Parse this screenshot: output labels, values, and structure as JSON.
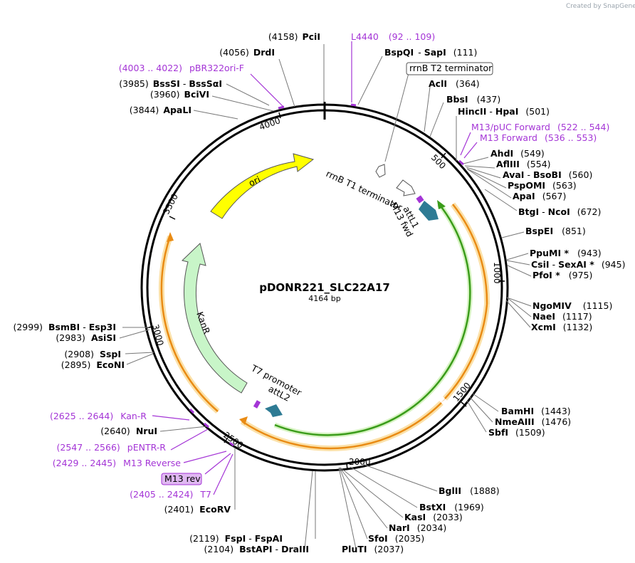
{
  "watermark": "Created by SnapGene",
  "plasmid": {
    "name": "pDONR221_SLC22A17",
    "size": "4164 bp",
    "total_bp": 4164
  },
  "colors": {
    "backbone": "#000000",
    "enzyme_label": "#000000",
    "primer_label": "#a435d6",
    "ori": "#ffff00",
    "kanr": "#c8f5c8",
    "att": "#2e7b94",
    "orf_orange": "#e98b14",
    "orf_green": "#3a9c1a"
  },
  "sites": [
    {
      "num": "(4158)",
      "name": "PciI"
    },
    {
      "num": "(4056)",
      "name": "DrdI"
    },
    {
      "num": "(3985)",
      "name": "BssSI",
      "name2": "BssSαI"
    },
    {
      "num": "(3960)",
      "name": "BciVI"
    },
    {
      "num": "(3844)",
      "name": "ApaLI"
    },
    {
      "name": "BspQI",
      "name2": "SapI",
      "num": "(111)"
    },
    {
      "name": "AclI",
      "num": "(364)"
    },
    {
      "name": "BbsI",
      "num": "(437)"
    },
    {
      "name": "HincII",
      "name2": "HpaI",
      "num": "(501)"
    },
    {
      "name": "AhdI",
      "num": "(549)"
    },
    {
      "name": "AflIII",
      "num": "(554)"
    },
    {
      "name": "AvaI",
      "name2": "BsoBI",
      "num": "(560)"
    },
    {
      "name": "PspOMI",
      "num": "(563)"
    },
    {
      "name": "ApaI",
      "num": "(567)"
    },
    {
      "name": "BtgI",
      "name2": "NcoI",
      "num": "(672)"
    },
    {
      "name": "BspEI",
      "num": "(851)"
    },
    {
      "name": "PpuMI *",
      "num": "(943)"
    },
    {
      "name": "CsiI",
      "name2": "SexAI *",
      "num": "(945)"
    },
    {
      "name": "PfoI *",
      "num": "(975)"
    },
    {
      "name": "NgoMIV",
      "num": "(1115)"
    },
    {
      "name": "NaeI",
      "num": "(1117)"
    },
    {
      "name": "XcmI",
      "num": "(1132)"
    },
    {
      "name": "BamHI",
      "num": "(1443)"
    },
    {
      "name": "NmeAIII",
      "num": "(1476)"
    },
    {
      "name": "SbfI",
      "num": "(1509)"
    },
    {
      "name": "BglII",
      "num": "(1888)"
    },
    {
      "name": "BstXI",
      "num": "(1969)"
    },
    {
      "name": "KasI",
      "num": "(2033)"
    },
    {
      "name": "NarI",
      "num": "(2034)"
    },
    {
      "name": "SfoI",
      "num": "(2035)"
    },
    {
      "name": "PluTI",
      "num": "(2037)"
    },
    {
      "num": "(2119)",
      "name": "FspI",
      "name2": "FspAI"
    },
    {
      "num": "(2104)",
      "name": "BstAPI",
      "name2": "DraIII"
    },
    {
      "num": "(2401)",
      "name": "EcoRV"
    },
    {
      "num": "(2640)",
      "name": "NruI"
    },
    {
      "num": "(2895)",
      "name": "EcoNI"
    },
    {
      "num": "(2908)",
      "name": "SspI"
    },
    {
      "num": "(2983)",
      "name": "AsiSI"
    },
    {
      "num": "(2999)",
      "name": "BsmBI",
      "name2": "Esp3I"
    }
  ],
  "primers": [
    {
      "name": "L4440",
      "range": "(92 .. 109)"
    },
    {
      "name": "pBR322ori-F",
      "range": "(4003 .. 4022)"
    },
    {
      "name": "M13/pUC Forward",
      "range": "(522 .. 544)"
    },
    {
      "name": "M13 Forward",
      "range": "(536 .. 553)"
    },
    {
      "name": "Kan-R",
      "range": "(2625 .. 2644)"
    },
    {
      "name": "pENTR-R",
      "range": "(2547 .. 2566)"
    },
    {
      "name": "M13 Reverse",
      "range": "(2429 .. 2445)"
    },
    {
      "name": "M13 rev",
      "range": ""
    },
    {
      "name": "T7",
      "range": "(2405 .. 2424)"
    }
  ],
  "features": {
    "rrnb_t2": "rrnB T2 terminator",
    "rrnb_t1": "rrnB T1 terminator",
    "attl1": "attL1",
    "m13_fwd": "M13 fwd",
    "attl2": "attL2",
    "t7_promoter": "T7 promoter",
    "ori": "ori",
    "kanr": "KanR"
  },
  "ticks": [
    "500",
    "1000",
    "1500",
    "2000",
    "2500",
    "3000",
    "3500",
    "4000"
  ]
}
